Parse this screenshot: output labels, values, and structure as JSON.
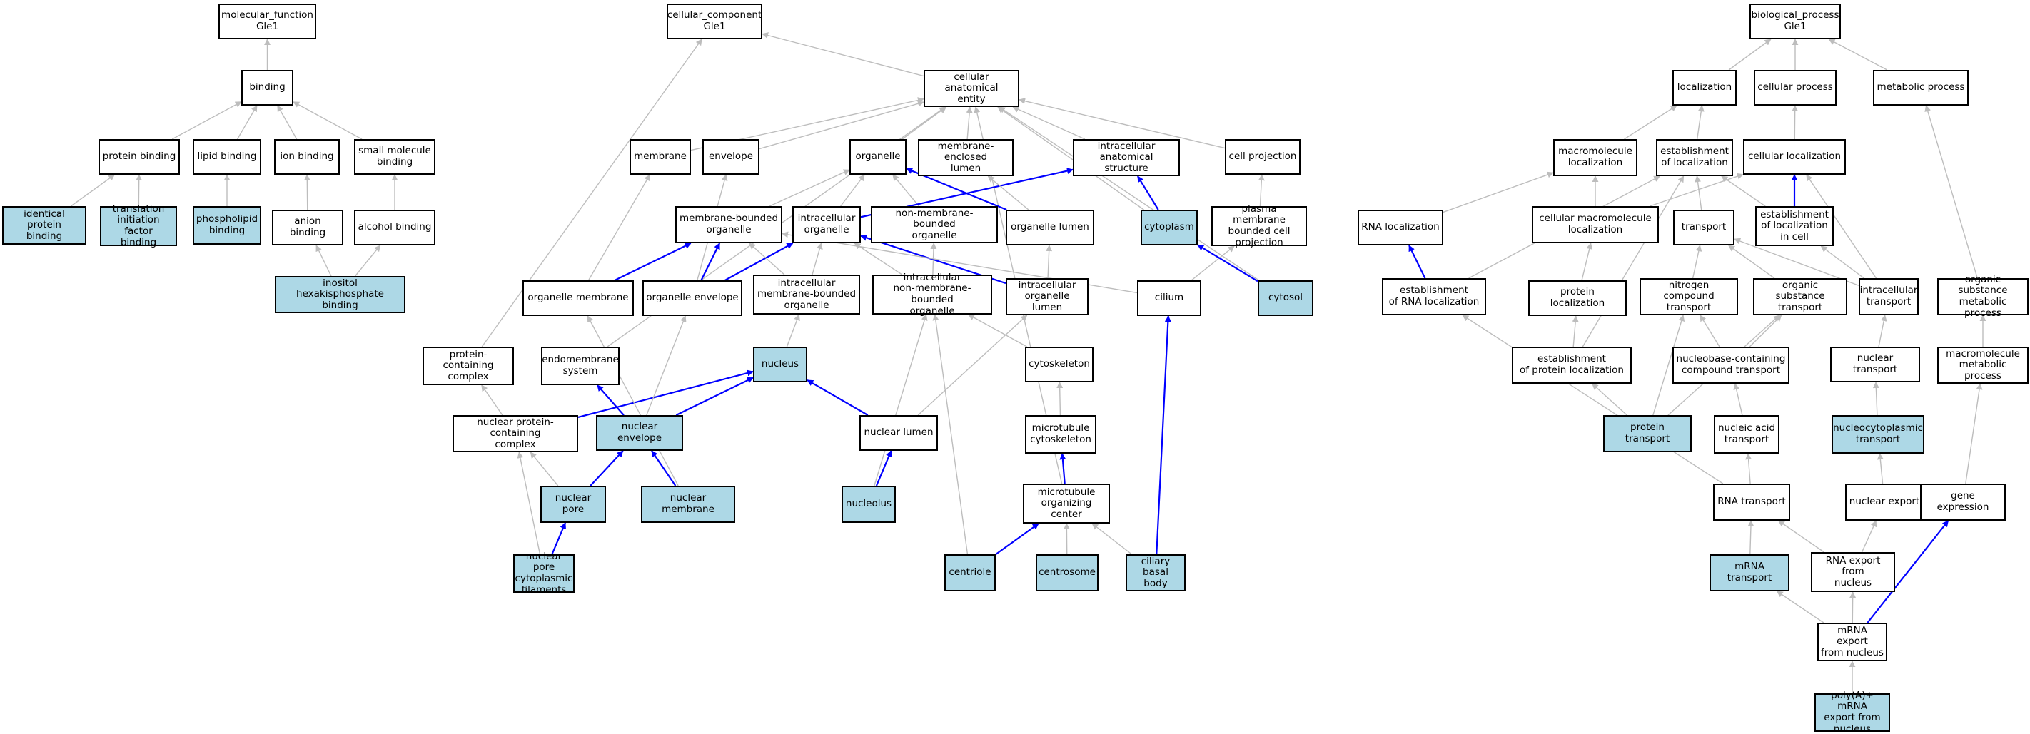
{
  "colors": {
    "highlight": "#add8e6",
    "gray_edge": "#bdbdbd",
    "blue_edge": "#0000ff",
    "border": "#000000"
  },
  "nodes": {
    "mf_root": "molecular_function\nGle1",
    "binding": "binding",
    "protein_binding": "protein binding",
    "lipid_binding": "lipid binding",
    "ion_binding": "ion binding",
    "small_molecule_binding": "small molecule\nbinding",
    "identical_protein_binding": "identical protein\nbinding",
    "translation_initiation_factor_binding": "translation\ninitiation factor\nbinding",
    "phospholipid_binding": "phospholipid\nbinding",
    "anion_binding": "anion binding",
    "alcohol_binding": "alcohol binding",
    "inositol_hexakisphosphate_binding": "inositol hexakisphosphate\nbinding",
    "cc_root": "cellular_component\nGle1",
    "cellular_anatomical_entity": "cellular anatomical\nentity",
    "membrane": "membrane",
    "envelope": "envelope",
    "organelle": "organelle",
    "membrane_enclosed_lumen": "membrane-enclosed\nlumen",
    "intracellular_anatomical_structure": "intracellular\nanatomical structure",
    "cell_projection": "cell projection",
    "membrane_bounded_organelle": "membrane-bounded\norganelle",
    "intracellular_organelle": "intracellular\norganelle",
    "non_membrane_bounded_organelle": "non-membrane-bounded\norganelle",
    "organelle_lumen": "organelle lumen",
    "cytoplasm": "cytoplasm",
    "plasma_membrane_bounded_cell_projection": "plasma membrane\nbounded cell\nprojection",
    "organelle_membrane": "organelle membrane",
    "organelle_envelope": "organelle envelope",
    "intracellular_membrane_bounded_organelle": "intracellular\nmembrane-bounded\norganelle",
    "intracellular_non_membrane_bounded_organelle": "intracellular\nnon-membrane-bounded\norganelle",
    "intracellular_organelle_lumen": "intracellular\norganelle lumen",
    "cilium": "cilium",
    "cytosol": "cytosol",
    "protein_containing_complex": "protein-containing\ncomplex",
    "endomembrane_system": "endomembrane\nsystem",
    "nucleus": "nucleus",
    "cytoskeleton": "cytoskeleton",
    "nuclear_protein_containing_complex": "nuclear protein-containing\ncomplex",
    "nuclear_envelope": "nuclear envelope",
    "nuclear_lumen": "nuclear lumen",
    "microtubule_cytoskeleton": "microtubule\ncytoskeleton",
    "nuclear_pore": "nuclear pore",
    "nuclear_membrane": "nuclear membrane",
    "nucleolus": "nucleolus",
    "microtubule_organizing_center": "microtubule\norganizing center",
    "nuclear_pore_cytoplasmic_filaments": "nuclear pore\ncytoplasmic\nfilaments",
    "centriole": "centriole",
    "centrosome": "centrosome",
    "ciliary_basal_body": "ciliary basal\nbody",
    "bp_root": "biological_process\nGle1",
    "localization": "localization",
    "cellular_process": "cellular process",
    "metabolic_process": "metabolic process",
    "macromolecule_localization": "macromolecule\nlocalization",
    "establishment_of_localization": "establishment\nof localization",
    "cellular_localization": "cellular localization",
    "rna_localization": "RNA localization",
    "cellular_macromolecule_localization": "cellular macromolecule\nlocalization",
    "transport": "transport",
    "establishment_of_localization_in_cell": "establishment\nof localization\nin cell",
    "establishment_of_rna_localization": "establishment\nof RNA localization",
    "protein_localization": "protein localization",
    "nitrogen_compound_transport": "nitrogen compound\ntransport",
    "organic_substance_transport": "organic substance\ntransport",
    "intracellular_transport": "intracellular\ntransport",
    "organic_substance_metabolic_process": "organic substance\nmetabolic process",
    "establishment_of_protein_localization": "establishment\nof protein localization",
    "nucleobase_containing_compound_transport": "nucleobase-containing\ncompound transport",
    "nuclear_transport": "nuclear transport",
    "macromolecule_metabolic_process": "macromolecule\nmetabolic process",
    "protein_transport": "protein transport",
    "nucleic_acid_transport": "nucleic acid\ntransport",
    "nucleocytoplasmic_transport": "nucleocytoplasmic\ntransport",
    "rna_transport": "RNA transport",
    "nuclear_export": "nuclear export",
    "gene_expression": "gene expression",
    "mrna_transport": "mRNA transport",
    "rna_export_from_nucleus": "RNA export from\nnucleus",
    "mrna_export_from_nucleus": "mRNA export\nfrom nucleus",
    "polya_mrna_export_from_nucleus": "poly(A)+ mRNA\nexport from\nnucleus"
  },
  "highlighted": [
    "identical_protein_binding",
    "translation_initiation_factor_binding",
    "phospholipid_binding",
    "inositol_hexakisphosphate_binding",
    "cytoplasm",
    "cytosol",
    "nucleus",
    "nuclear_envelope",
    "nuclear_pore",
    "nuclear_membrane",
    "nucleolus",
    "nuclear_pore_cytoplasmic_filaments",
    "centriole",
    "centrosome",
    "ciliary_basal_body",
    "protein_transport",
    "nucleocytoplasmic_transport",
    "mrna_transport",
    "polya_mrna_export_from_nucleus"
  ],
  "edges": [
    [
      "binding",
      "mf_root",
      "g"
    ],
    [
      "protein_binding",
      "binding",
      "g"
    ],
    [
      "lipid_binding",
      "binding",
      "g"
    ],
    [
      "ion_binding",
      "binding",
      "g"
    ],
    [
      "small_molecule_binding",
      "binding",
      "g"
    ],
    [
      "identical_protein_binding",
      "protein_binding",
      "g"
    ],
    [
      "translation_initiation_factor_binding",
      "protein_binding",
      "g"
    ],
    [
      "phospholipid_binding",
      "lipid_binding",
      "g"
    ],
    [
      "anion_binding",
      "ion_binding",
      "g"
    ],
    [
      "alcohol_binding",
      "small_molecule_binding",
      "g"
    ],
    [
      "inositol_hexakisphosphate_binding",
      "anion_binding",
      "g"
    ],
    [
      "inositol_hexakisphosphate_binding",
      "alcohol_binding",
      "g"
    ],
    [
      "cellular_anatomical_entity",
      "cc_root",
      "g"
    ],
    [
      "protein_containing_complex",
      "cc_root",
      "g"
    ],
    [
      "membrane",
      "cellular_anatomical_entity",
      "g"
    ],
    [
      "envelope",
      "cellular_anatomical_entity",
      "g"
    ],
    [
      "organelle",
      "cellular_anatomical_entity",
      "g"
    ],
    [
      "membrane_enclosed_lumen",
      "cellular_anatomical_entity",
      "g"
    ],
    [
      "intracellular_anatomical_structure",
      "cellular_anatomical_entity",
      "g"
    ],
    [
      "cell_projection",
      "cellular_anatomical_entity",
      "g"
    ],
    [
      "cytoplasm",
      "cellular_anatomical_entity",
      "g"
    ],
    [
      "cytosol",
      "cellular_anatomical_entity",
      "g"
    ],
    [
      "endomembrane_system",
      "cellular_anatomical_entity",
      "g"
    ],
    [
      "microtubule_organizing_center",
      "cellular_anatomical_entity",
      "g"
    ],
    [
      "membrane_bounded_organelle",
      "organelle",
      "g"
    ],
    [
      "intracellular_organelle",
      "organelle",
      "g"
    ],
    [
      "non_membrane_bounded_organelle",
      "organelle",
      "g"
    ],
    [
      "organelle_lumen",
      "organelle",
      "b"
    ],
    [
      "intracellular_organelle",
      "intracellular_anatomical_structure",
      "b"
    ],
    [
      "organelle_lumen",
      "membrane_enclosed_lumen",
      "g"
    ],
    [
      "cytoplasm",
      "intracellular_anatomical_structure",
      "b"
    ],
    [
      "plasma_membrane_bounded_cell_projection",
      "cell_projection",
      "g"
    ],
    [
      "organelle_membrane",
      "membrane",
      "g"
    ],
    [
      "organelle_membrane",
      "membrane_bounded_organelle",
      "b"
    ],
    [
      "organelle_envelope",
      "envelope",
      "g"
    ],
    [
      "organelle_envelope",
      "membrane_bounded_organelle",
      "b"
    ],
    [
      "organelle_envelope",
      "intracellular_organelle",
      "b"
    ],
    [
      "intracellular_membrane_bounded_organelle",
      "membrane_bounded_organelle",
      "g"
    ],
    [
      "intracellular_membrane_bounded_organelle",
      "intracellular_organelle",
      "g"
    ],
    [
      "intracellular_non_membrane_bounded_organelle",
      "intracellular_organelle",
      "g"
    ],
    [
      "intracellular_non_membrane_bounded_organelle",
      "non_membrane_bounded_organelle",
      "g"
    ],
    [
      "intracellular_organelle_lumen",
      "intracellular_organelle",
      "b"
    ],
    [
      "intracellular_organelle_lumen",
      "organelle_lumen",
      "g"
    ],
    [
      "cilium",
      "plasma_membrane_bounded_cell_projection",
      "g"
    ],
    [
      "cilium",
      "membrane_bounded_organelle",
      "g"
    ],
    [
      "cytosol",
      "cytoplasm",
      "b"
    ],
    [
      "nucleus",
      "intracellular_membrane_bounded_organelle",
      "g"
    ],
    [
      "cytoskeleton",
      "intracellular_non_membrane_bounded_organelle",
      "g"
    ],
    [
      "nuclear_protein_containing_complex",
      "protein_containing_complex",
      "g"
    ],
    [
      "nuclear_protein_containing_complex",
      "nucleus",
      "b"
    ],
    [
      "nuclear_envelope",
      "endomembrane_system",
      "b"
    ],
    [
      "nuclear_envelope",
      "organelle_envelope",
      "g"
    ],
    [
      "nuclear_envelope",
      "nucleus",
      "b"
    ],
    [
      "nuclear_lumen",
      "nucleus",
      "b"
    ],
    [
      "nuclear_lumen",
      "intracellular_organelle_lumen",
      "g"
    ],
    [
      "microtubule_cytoskeleton",
      "cytoskeleton",
      "g"
    ],
    [
      "nuclear_pore",
      "nuclear_envelope",
      "b"
    ],
    [
      "nuclear_pore",
      "nuclear_protein_containing_complex",
      "g"
    ],
    [
      "nuclear_membrane",
      "nuclear_envelope",
      "b"
    ],
    [
      "nuclear_membrane",
      "organelle_membrane",
      "g"
    ],
    [
      "nucleolus",
      "nuclear_lumen",
      "b"
    ],
    [
      "nucleolus",
      "intracellular_non_membrane_bounded_organelle",
      "g"
    ],
    [
      "microtubule_organizing_center",
      "microtubule_cytoskeleton",
      "b"
    ],
    [
      "nuclear_pore_cytoplasmic_filaments",
      "nuclear_pore",
      "b"
    ],
    [
      "nuclear_pore_cytoplasmic_filaments",
      "nuclear_protein_containing_complex",
      "g"
    ],
    [
      "centriole",
      "microtubule_organizing_center",
      "b"
    ],
    [
      "centriole",
      "intracellular_non_membrane_bounded_organelle",
      "g"
    ],
    [
      "centrosome",
      "microtubule_organizing_center",
      "g"
    ],
    [
      "ciliary_basal_body",
      "microtubule_organizing_center",
      "g"
    ],
    [
      "ciliary_basal_body",
      "cilium",
      "b"
    ],
    [
      "localization",
      "bp_root",
      "g"
    ],
    [
      "cellular_process",
      "bp_root",
      "g"
    ],
    [
      "metabolic_process",
      "bp_root",
      "g"
    ],
    [
      "macromolecule_localization",
      "localization",
      "g"
    ],
    [
      "establishment_of_localization",
      "localization",
      "g"
    ],
    [
      "cellular_localization",
      "cellular_process",
      "g"
    ],
    [
      "rna_localization",
      "macromolecule_localization",
      "g"
    ],
    [
      "cellular_macromolecule_localization",
      "macromolecule_localization",
      "g"
    ],
    [
      "cellular_macromolecule_localization",
      "cellular_localization",
      "g"
    ],
    [
      "transport",
      "establishment_of_localization",
      "g"
    ],
    [
      "establishment_of_localization_in_cell",
      "establishment_of_localization",
      "g"
    ],
    [
      "establishment_of_localization_in_cell",
      "cellular_localization",
      "b"
    ],
    [
      "establishment_of_rna_localization",
      "rna_localization",
      "b"
    ],
    [
      "establishment_of_rna_localization",
      "establishment_of_localization",
      "g"
    ],
    [
      "protein_localization",
      "cellular_macromolecule_localization",
      "g"
    ],
    [
      "nitrogen_compound_transport",
      "transport",
      "g"
    ],
    [
      "organic_substance_transport",
      "transport",
      "g"
    ],
    [
      "intracellular_transport",
      "transport",
      "g"
    ],
    [
      "intracellular_transport",
      "establishment_of_localization_in_cell",
      "g"
    ],
    [
      "intracellular_transport",
      "cellular_localization",
      "g"
    ],
    [
      "organic_substance_metabolic_process",
      "metabolic_process",
      "g"
    ],
    [
      "establishment_of_protein_localization",
      "protein_localization",
      "g"
    ],
    [
      "establishment_of_protein_localization",
      "establishment_of_localization",
      "g"
    ],
    [
      "nucleobase_containing_compound_transport",
      "nitrogen_compound_transport",
      "g"
    ],
    [
      "nucleobase_containing_compound_transport",
      "organic_substance_transport",
      "g"
    ],
    [
      "nuclear_transport",
      "intracellular_transport",
      "g"
    ],
    [
      "macromolecule_metabolic_process",
      "organic_substance_metabolic_process",
      "g"
    ],
    [
      "protein_transport",
      "establishment_of_protein_localization",
      "g"
    ],
    [
      "protein_transport",
      "nitrogen_compound_transport",
      "g"
    ],
    [
      "protein_transport",
      "organic_substance_transport",
      "g"
    ],
    [
      "nucleic_acid_transport",
      "nucleobase_containing_compound_transport",
      "g"
    ],
    [
      "nucleocytoplasmic_transport",
      "nuclear_transport",
      "g"
    ],
    [
      "rna_transport",
      "nucleic_acid_transport",
      "g"
    ],
    [
      "rna_transport",
      "establishment_of_rna_localization",
      "g"
    ],
    [
      "nuclear_export",
      "nucleocytoplasmic_transport",
      "g"
    ],
    [
      "gene_expression",
      "macromolecule_metabolic_process",
      "g"
    ],
    [
      "mrna_transport",
      "rna_transport",
      "g"
    ],
    [
      "rna_export_from_nucleus",
      "rna_transport",
      "g"
    ],
    [
      "rna_export_from_nucleus",
      "nuclear_export",
      "g"
    ],
    [
      "mrna_export_from_nucleus",
      "mrna_transport",
      "g"
    ],
    [
      "mrna_export_from_nucleus",
      "rna_export_from_nucleus",
      "g"
    ],
    [
      "mrna_export_from_nucleus",
      "gene_expression",
      "b"
    ],
    [
      "polya_mrna_export_from_nucleus",
      "mrna_export_from_nucleus",
      "g"
    ]
  ]
}
